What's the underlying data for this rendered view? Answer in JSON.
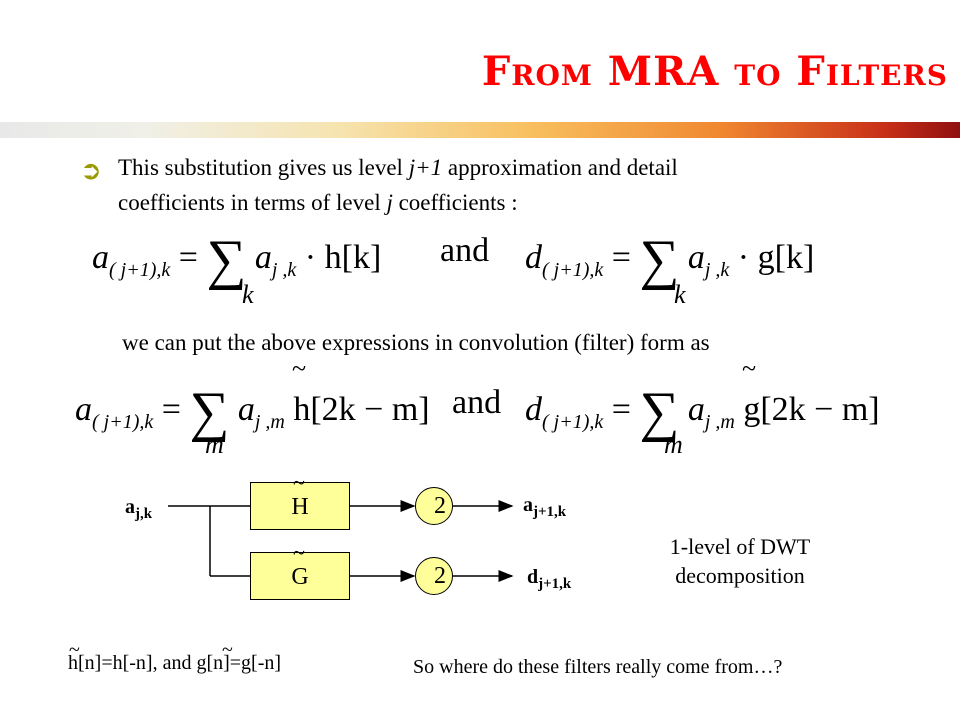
{
  "slide": {
    "title": "From MRA to Filters",
    "bullet": {
      "glyph": "➲",
      "line1_a": "This substitution gives us level ",
      "line1_j": "j+1",
      "line1_b": " approximation and detail",
      "line2_a": "coefficients in terms of level ",
      "line2_j": "j",
      "line2_b": " coefficients :"
    },
    "eq1": {
      "lhs_a": "a",
      "lhs_a_sub": "( j+1),k",
      "eq": "=",
      "sum": "∑",
      "term_a": "a",
      "term_a_sub": "j ,k",
      "mult": "· h[k]",
      "and": "and",
      "lhs_d": "d",
      "lhs_d_sub": "( j+1),k",
      "mult2": "· g[k]",
      "index": "k"
    },
    "conv_text": "we can put the above expressions in convolution (filter) form as",
    "eq2": {
      "lhs_a": "a",
      "lhs_a_sub": "( j+1),k",
      "eq": "=",
      "sum": "∑",
      "term_a": "a",
      "term_a_sub": "j ,m",
      "h_tilde": "~",
      "h_term": "h[2k − m]",
      "and": "and",
      "lhs_d": "d",
      "lhs_d_sub": "( j+1),k",
      "g_tilde": "~",
      "g_term": "g[2k − m]",
      "index": "m"
    },
    "diagram": {
      "input_label": "a",
      "input_sub": "j,k",
      "filter_h": "H",
      "filter_g": "G",
      "filter_tilde": "~",
      "down_h": "2",
      "down_g": "2",
      "out_a": "a",
      "out_a_sub": "j+1,k",
      "out_d": "d",
      "out_d_sub": "j+1,k",
      "note_line1": "1-level of DWT",
      "note_line2": "decomposition"
    },
    "footer_left": "h[n]=h[-n], and g[n]=g[-n]",
    "footer_tilde": "~",
    "footer_right": "So where do these filters really come from…?",
    "colors": {
      "title": "#ff0000",
      "box_fill": "#ffff99",
      "bullet": "#999900"
    }
  }
}
